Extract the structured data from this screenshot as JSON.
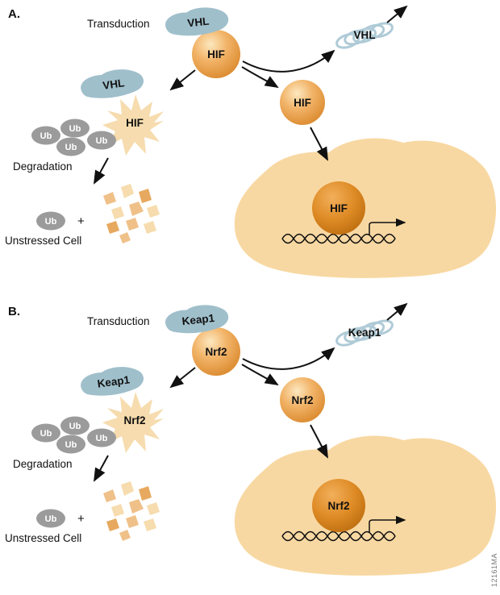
{
  "figure": {
    "watermark": "12161MA"
  },
  "panels": [
    {
      "label": "A.",
      "transduction_label": "Transduction",
      "degradation_label": "Degradation",
      "unstressed_label": "Unstressed Cell",
      "inhibitor": "VHL",
      "factor": "HIF",
      "ub": "Ub",
      "plus": "+"
    },
    {
      "label": "B.",
      "transduction_label": "Transduction",
      "degradation_label": "Degradation",
      "unstressed_label": "Unstressed Cell",
      "inhibitor": "Keap1",
      "factor": "Nrf2",
      "ub": "Ub",
      "plus": "+"
    }
  ],
  "colors": {
    "sphere_orange": "#E8962F",
    "nuclear_sphere_orange": "#C97A14",
    "inhibitor_blue": "#9FBFCB",
    "released_coil_blue": "#AFCBD7",
    "ubiquitin_gray": "#9B9B9B",
    "cell_tan": "#F8D8A2",
    "fragment_orange": "#EFC189",
    "starburst_cream": "#F6DCAE"
  }
}
